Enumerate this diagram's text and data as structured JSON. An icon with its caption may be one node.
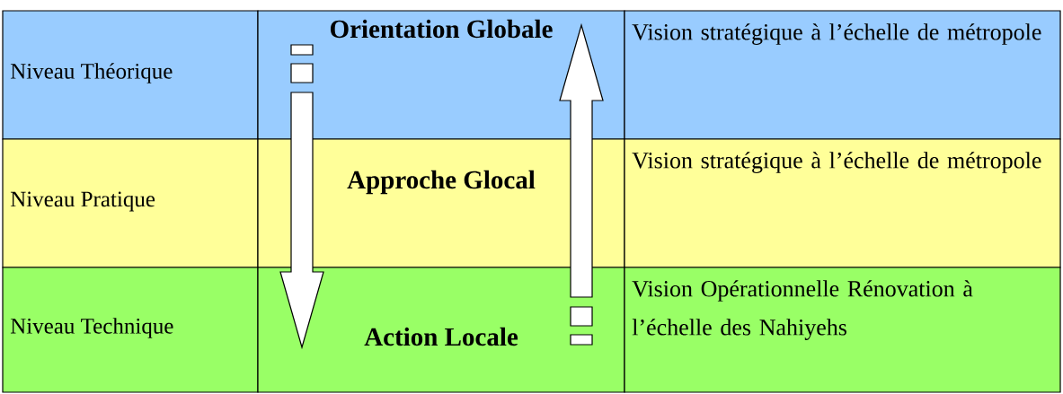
{
  "diagram": {
    "nodes": [
      {
        "text": [
          "Niveau Théorique"
        ]
      },
      {
        "text": [
          "Orientation Globale"
        ]
      },
      {
        "text": [
          "Vision stratégique à l’échelle de métropole"
        ]
      },
      {
        "text": [
          "Niveau Pratique"
        ]
      },
      {
        "text": [
          "Approche Glocal"
        ]
      },
      {
        "text": [
          "Vision stratégique à l’échelle de métropole"
        ]
      },
      {
        "text": [
          "Niveau Technique"
        ]
      },
      {
        "text": [
          "Action Locale"
        ]
      },
      {
        "text": [
          "Vision Opérationnelle Rénovation à l’échelle des Nahiyehs"
        ]
      }
    ],
    "edges": [
      {
        "from": 1,
        "to": 7,
        "arrow": "to"
      },
      {
        "from": 7,
        "to": 1,
        "arrow": "to"
      }
    ]
  }
}
